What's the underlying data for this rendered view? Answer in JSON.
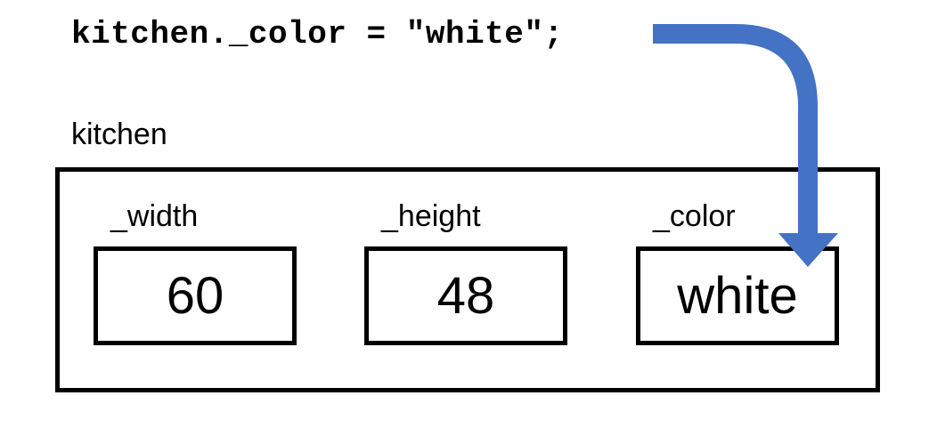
{
  "code_line": "kitchen._color = \"white\";",
  "object": {
    "name": "kitchen",
    "fields": [
      {
        "label": "_width",
        "value": "60"
      },
      {
        "label": "_height",
        "value": "48"
      },
      {
        "label": "_color",
        "value": "white"
      }
    ]
  },
  "colors": {
    "arrow": "#4472C4",
    "stroke": "#000000"
  }
}
